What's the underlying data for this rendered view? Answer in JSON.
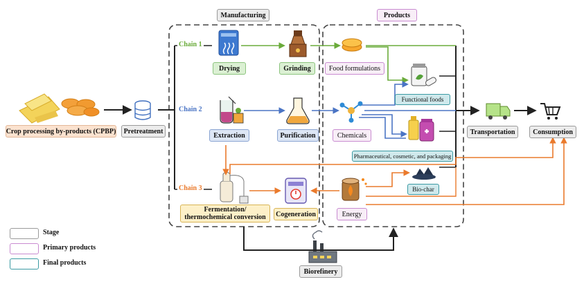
{
  "section_headers": {
    "manufacturing": "Manufacturing",
    "products": "Products"
  },
  "inputs": {
    "cpbp": "Crop processing by-products (CPBP)",
    "pretreatment": "Pretreatment"
  },
  "chains": {
    "chain1": "Chain 1",
    "chain2": "Chain 2",
    "chain3": "Chain 3"
  },
  "stages": {
    "drying": "Drying",
    "grinding": "Grinding",
    "extraction": "Extraction",
    "purification": "Purification",
    "fermentation": "Fermentation/\nthermochemical conversion",
    "cogeneration": "Cogeneration",
    "transportation": "Transportation",
    "consumption": "Consumption",
    "biorefinery": "Biorefinery"
  },
  "primary_products": {
    "food_formulations": "Food formulations",
    "chemicals": "Chemicals",
    "energy": "Energy"
  },
  "final_products": {
    "functional_foods": "Functional foods",
    "pharma": "Pharmaceutical, cosmetic, and packaging",
    "biochar": "Bio-char"
  },
  "legend": {
    "stage": "Stage",
    "primary": "Primary products",
    "final": "Final products"
  },
  "colors": {
    "chain1": "#6aab3a",
    "chain2": "#4a74c4",
    "chain3": "#ea7a2c",
    "dark": "#222222",
    "dashed_border": "#444444",
    "legend_stage": "#9a9a9a",
    "legend_primary": "#c98bd1",
    "legend_final": "#3b9aa3"
  },
  "icons": [
    "crop-byproducts-icon",
    "pretreatment-database-icon",
    "dryer-icon",
    "grinder-icon",
    "extraction-beaker-icon",
    "purification-flask-icon",
    "fermentation-still-icon",
    "cogeneration-icon",
    "food-plate-icon",
    "chemical-molecule-icon",
    "energy-log-icon",
    "functional-foods-jar-icon",
    "pharma-products-icon",
    "biochar-icon",
    "truck-icon",
    "shopping-cart-icon",
    "factory-icon"
  ]
}
